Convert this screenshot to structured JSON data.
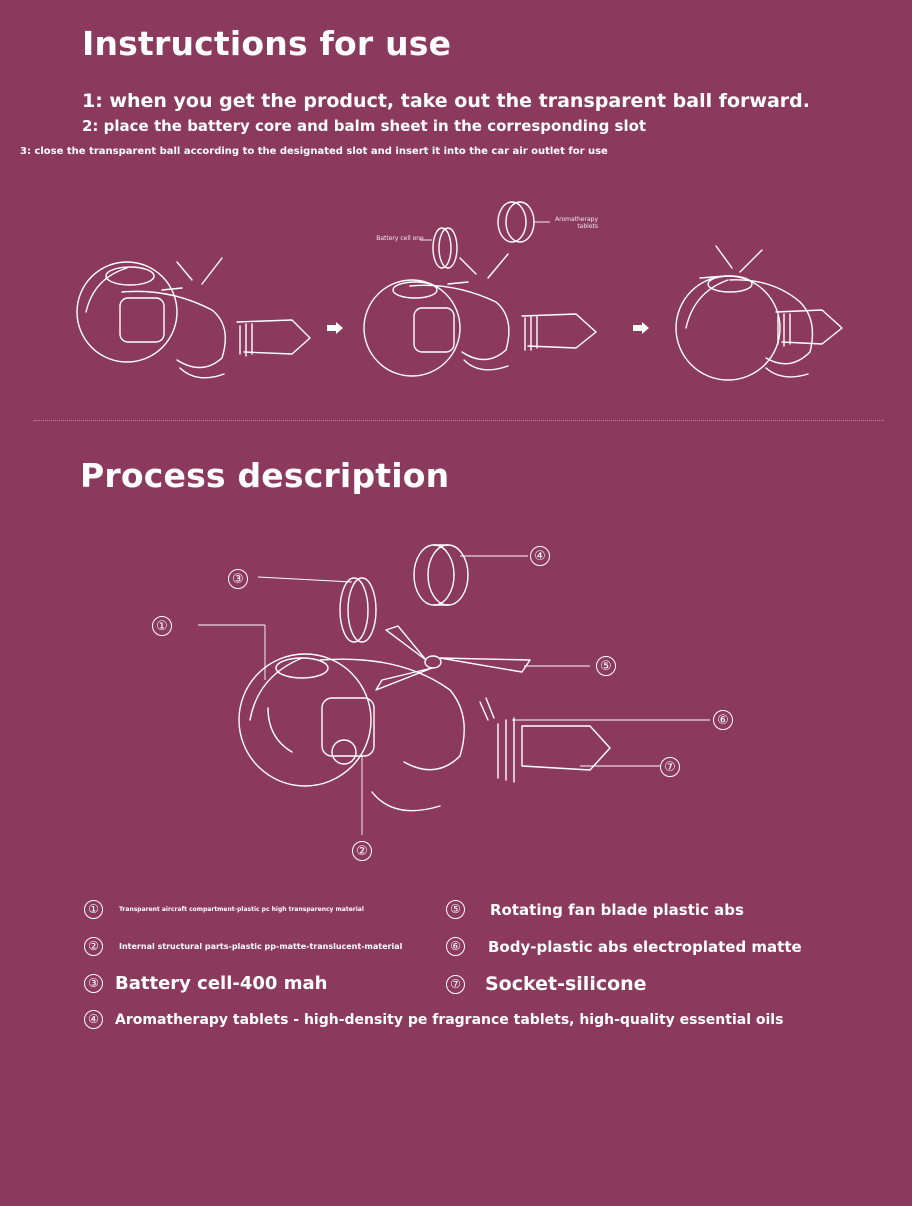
{
  "sections": {
    "instructions_title": "Instructions for use",
    "process_title": "Process description"
  },
  "steps": [
    "1: when you get the product, take out the transparent ball forward.",
    "2: place the battery core and balm sheet in the corresponding slot",
    "3: close the transparent ball according to the designated slot and insert it into the car air outlet for use"
  ],
  "diagram_labels": {
    "battery_cell": "Battery cell one",
    "aromatherapy": "Aromatherapy tablets"
  },
  "callouts": [
    "①",
    "②",
    "③",
    "④",
    "⑤",
    "⑥",
    "⑦"
  ],
  "legend": [
    {
      "num": "①",
      "text": "Transparent aircraft compartment-plastic pc high transparency material"
    },
    {
      "num": "②",
      "text": "Internal structural parts-plastic pp-matte-translucent-material"
    },
    {
      "num": "③",
      "text": "Battery cell-400 mah"
    },
    {
      "num": "④",
      "text": "Aromatherapy tablets - high-density pe fragrance tablets, high-quality essential oils"
    },
    {
      "num": "⑤",
      "text": "Rotating fan blade plastic abs"
    },
    {
      "num": "⑥",
      "text": "Body-plastic abs electroplated matte"
    },
    {
      "num": "⑦",
      "text": "Socket-silicone"
    }
  ],
  "icons": [
    "arrow-right-icon"
  ],
  "colors": {
    "background": "#8b3a5e",
    "line": "#ffffff"
  }
}
